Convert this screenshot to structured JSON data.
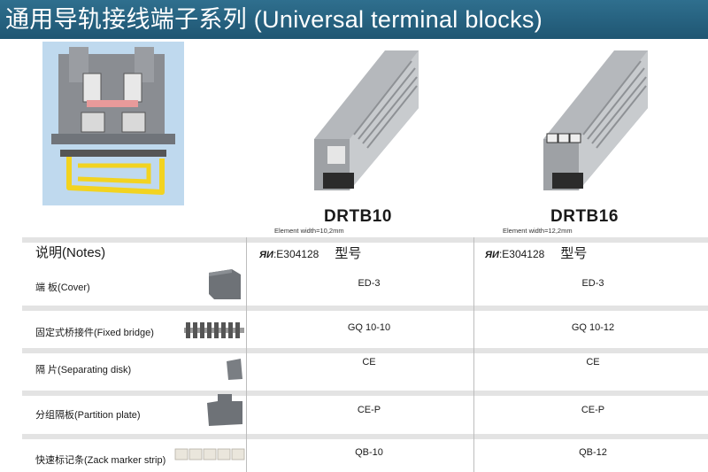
{
  "header": {
    "title": "通用导轨接线端子系列 (Universal terminal blocks)"
  },
  "products": [
    {
      "model": "DRTB10",
      "element_width": "Element width=10,2mm"
    },
    {
      "model": "DRTB16",
      "element_width": "Element width=12,2mm"
    }
  ],
  "table": {
    "notes_header": "说明(Notes)",
    "cert_mark": "ЯИ",
    "cert_col1": ":E304128",
    "cert_col2": ":E304128",
    "model_header": "型号",
    "rows": [
      {
        "label": "端  板(Cover)",
        "col1": "ED-3",
        "col2": "ED-3"
      },
      {
        "label": "固定式桥接件(Fixed bridge)",
        "col1": "GQ 10-10",
        "col2": "GQ 10-12"
      },
      {
        "label": "隔  片(Separating disk)",
        "col1": "CE",
        "col2": "CE"
      },
      {
        "label": "分组隔板(Partition plate)",
        "col1": "CE-P",
        "col2": "CE-P"
      },
      {
        "label": "快速标记条(Zack marker strip)",
        "col1": "QB-10",
        "col2": "QB-12"
      }
    ]
  },
  "colors": {
    "header_bg": "#1f5673",
    "accent_yellow": "#f2d320"
  }
}
